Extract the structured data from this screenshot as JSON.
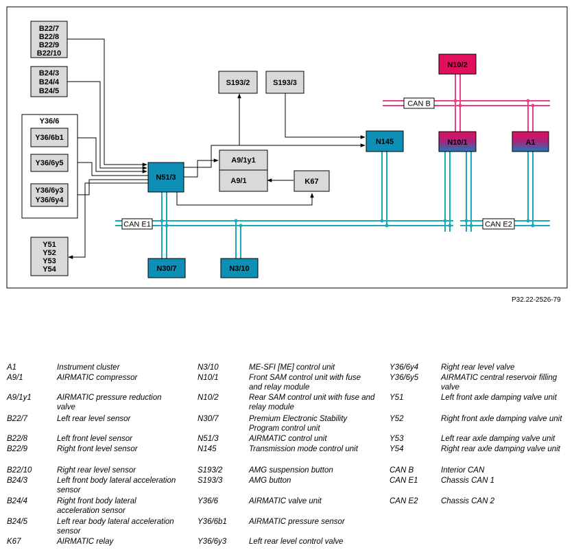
{
  "diagram": {
    "boxes": {
      "b22_group": "B22/7|B22/8|B22/9|B22/10",
      "b24_group": "B24/3|B24/4|B24/5",
      "y36_6_label": "Y36/6",
      "y36_6b1": "Y36/6b1",
      "y36_6y5": "Y36/6y5",
      "y36_6y3_6y4": "Y36/6y3|Y36/6y4",
      "y5x_group": "Y51|Y52|Y53|Y54",
      "n51_3": "N51/3",
      "a9_1y1": "A9/1y1",
      "a9_1": "A9/1",
      "k67": "K67",
      "s193_2": "S193/2",
      "s193_3": "S193/3",
      "n145": "N145",
      "n10_2": "N10/2",
      "n10_1": "N10/1",
      "a1": "A1",
      "n30_7": "N30/7",
      "n3_10": "N3/10"
    },
    "buses": {
      "can_b": "CAN B",
      "can_e1": "CAN E1",
      "can_e2": "CAN E2"
    },
    "colors": {
      "teal": "#0e8fb5",
      "magenta": "#e0105f",
      "gray_box": "#d9d9d9",
      "can_b_line": "#ee3d86",
      "can_e_line": "#1aa9b8"
    }
  },
  "figure_ref": "P32.22-2526-79",
  "legend": {
    "col1": [
      {
        "code": "A1",
        "desc": "Instrument cluster"
      },
      {
        "code": "A9/1",
        "desc": "AIRMATIC compressor"
      },
      {
        "code": "A9/1y1",
        "desc": "AIRMATIC pressure reduction valve"
      },
      {
        "code": "B22/7",
        "desc": "Left rear level sensor"
      },
      {
        "code": "B22/8",
        "desc": "Left front level sensor"
      },
      {
        "code": "B22/9",
        "desc": "Right front level sensor"
      },
      {
        "code": "B22/10",
        "desc": "Right rear level sensor"
      },
      {
        "code": "B24/3",
        "desc": "Left front body lateral acceleration sensor"
      },
      {
        "code": "B24/4",
        "desc": "Right front body lateral acceleration sensor"
      },
      {
        "code": "B24/5",
        "desc": "Left rear body lateral acceleration sensor"
      },
      {
        "code": "K67",
        "desc": "AIRMATIC relay"
      }
    ],
    "col2": [
      {
        "code": "N3/10",
        "desc": "ME-SFI [ME] control unit"
      },
      {
        "code": "N10/1",
        "desc": "Front SAM control unit with fuse and relay module"
      },
      {
        "code": "N10/2",
        "desc": "Rear SAM control unit with fuse and relay module"
      },
      {
        "code": "N30/7",
        "desc": "Premium Electronic Stability Program control unit"
      },
      {
        "code": "N51/3",
        "desc": "AIRMATIC control unit"
      },
      {
        "code": "N145",
        "desc": "Transmission mode control unit"
      },
      {
        "code": "S193/2",
        "desc": "AMG suspension button"
      },
      {
        "code": "S193/3",
        "desc": "AMG button"
      },
      {
        "code": "Y36/6",
        "desc": "AIRMATIC valve unit"
      },
      {
        "code": "Y36/6b1",
        "desc": "AIRMATIC pressure sensor"
      },
      {
        "code": "Y36/6y3",
        "desc": "Left rear level control valve"
      }
    ],
    "col3": [
      {
        "code": "Y36/6y4",
        "desc": "Right rear level valve"
      },
      {
        "code": "Y36/6y5",
        "desc": "AIRMATIC central reservoir filling valve"
      },
      {
        "code": "Y51",
        "desc": "Left front axle damping valve unit"
      },
      {
        "code": "Y52",
        "desc": "Right front axle damping valve unit"
      },
      {
        "code": "Y53",
        "desc": "Left rear axle damping valve unit"
      },
      {
        "code": "Y54",
        "desc": "Right rear axle damping valve unit"
      },
      {
        "code": "CAN B",
        "desc": "Interior CAN"
      },
      {
        "code": "CAN E1",
        "desc": "Chassis CAN 1"
      },
      {
        "code": "CAN E2",
        "desc": "Chassis CAN 2"
      }
    ]
  }
}
